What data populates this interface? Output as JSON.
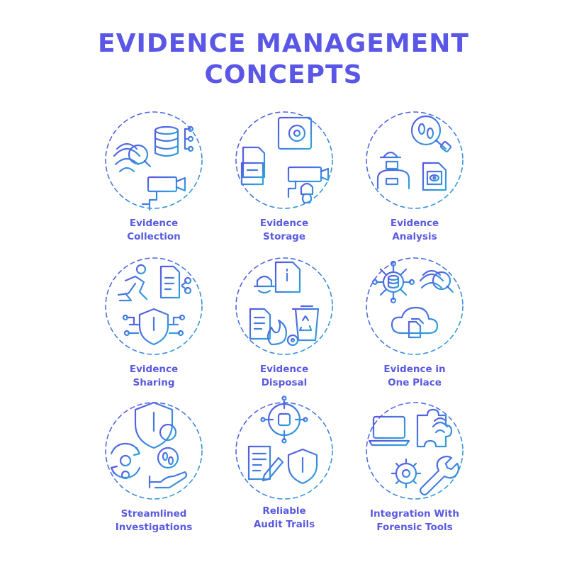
{
  "title": {
    "line1": "EVIDENCE MANAGEMENT",
    "line2": "CONCEPTS"
  },
  "colors": {
    "gradient_start": "#5a55e6",
    "gradient_end": "#2fa6d9",
    "label": "#5a5ae0"
  },
  "concepts": [
    {
      "line1": "Evidence",
      "line2": "Collection",
      "icon": "fingerprint-database-camera-icon"
    },
    {
      "line1": "Evidence",
      "line2": "Storage",
      "icon": "safe-folder-camera-icon"
    },
    {
      "line1": "Evidence",
      "line2": "Analysis",
      "icon": "detective-magnifier-file-icon"
    },
    {
      "line1": "Evidence",
      "line2": "Sharing",
      "icon": "runner-document-shield-icon"
    },
    {
      "line1": "Evidence",
      "line2": "Disposal",
      "icon": "file-fire-recycle-bin-icon"
    },
    {
      "line1": "Evidence in",
      "line2": "One Place",
      "icon": "network-fingerprint-cloud-icon"
    },
    {
      "line1": "Streamlined",
      "line2": "Investigations",
      "icon": "shield-info-cycle-icon"
    },
    {
      "line1": "Reliable",
      "line2": "Audit Trails",
      "icon": "target-document-shield-icon"
    },
    {
      "line1": "Integration With",
      "line2": "Forensic Tools",
      "icon": "laptop-puzzle-gear-icon"
    }
  ]
}
